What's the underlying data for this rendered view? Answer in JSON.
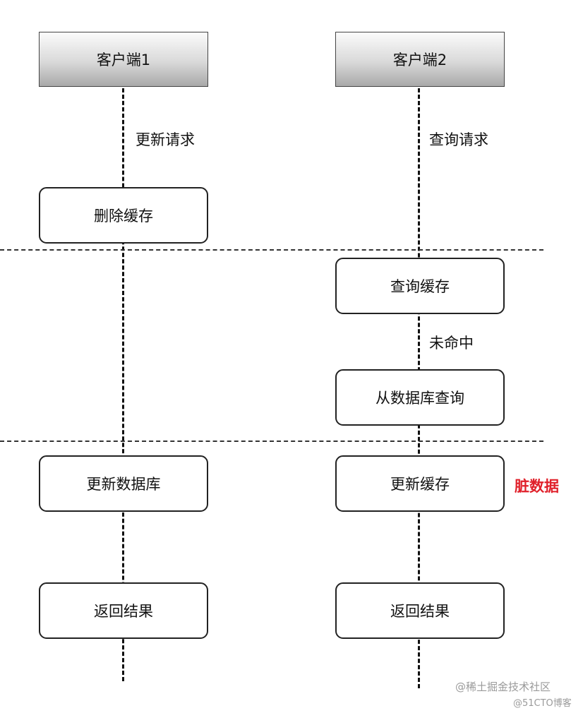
{
  "actors": {
    "client1": "客户端1",
    "client2": "客户端2"
  },
  "client1": {
    "request_label": "更新请求",
    "steps": [
      "删除缓存",
      "更新数据库",
      "返回结果"
    ]
  },
  "client2": {
    "request_label": "查询请求",
    "steps": [
      "查询缓存",
      "从数据库查询",
      "更新缓存",
      "返回结果"
    ],
    "miss_label": "未命中",
    "dirty_label": "脏数据"
  },
  "colors": {
    "dirty": "#e0202a"
  },
  "watermarks": [
    "@稀土掘金技术社区",
    "@51CTO博客"
  ]
}
